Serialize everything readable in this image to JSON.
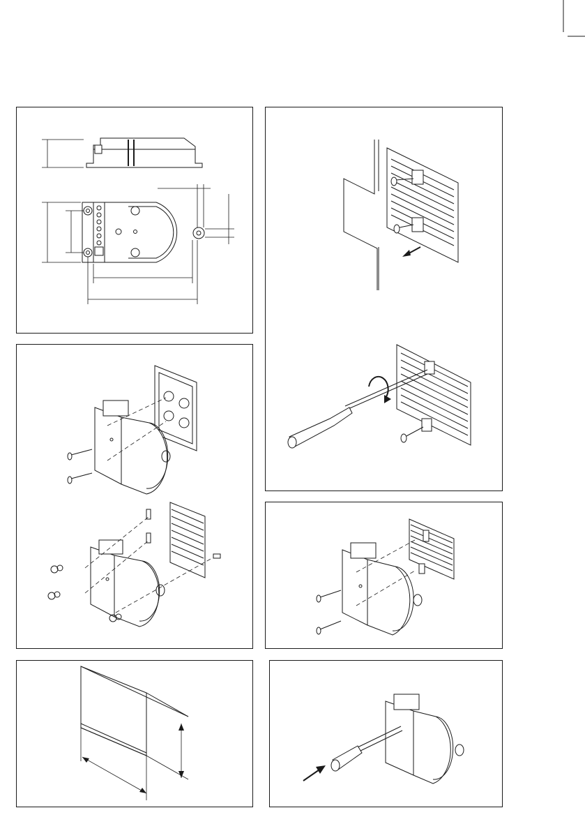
{
  "page": {
    "background": "#ffffff",
    "line_color": "#1a1a1a"
  },
  "figures": [
    {
      "id": "dimension-drawing",
      "icon": "device-dimension-drawing"
    },
    {
      "id": "wall-plug-mounting",
      "icon": "wall-mounting-screws-drawing"
    },
    {
      "id": "bracket-mounting",
      "icon": "bracket-mounting-exploded-drawing"
    },
    {
      "id": "grille-screw-mounting",
      "icon": "grille-screw-mounting-drawing"
    },
    {
      "id": "cutout-drawing",
      "icon": "panel-cutout-dimension-drawing"
    },
    {
      "id": "screwdriver-adjust",
      "icon": "screwdriver-adjustment-drawing"
    }
  ]
}
